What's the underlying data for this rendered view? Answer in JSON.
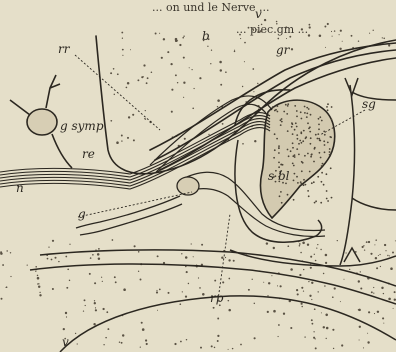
{
  "figure": {
    "top_text": {
      "line1": "... on und le Nerve ...",
      "line2": "... piec.gm ..."
    },
    "labels": {
      "v_top": "v",
      "b": "b",
      "gr": "gr",
      "rr": "rr",
      "sg": "sg",
      "gsymp": "g symp",
      "re": "re",
      "n": "n",
      "sbl": "s bl",
      "g": "g",
      "rp": "rp",
      "v_bottom": "v"
    },
    "colors": {
      "paper": "#e5dfc9",
      "ink": "#2b2720",
      "stipple": "#5a5244"
    }
  }
}
